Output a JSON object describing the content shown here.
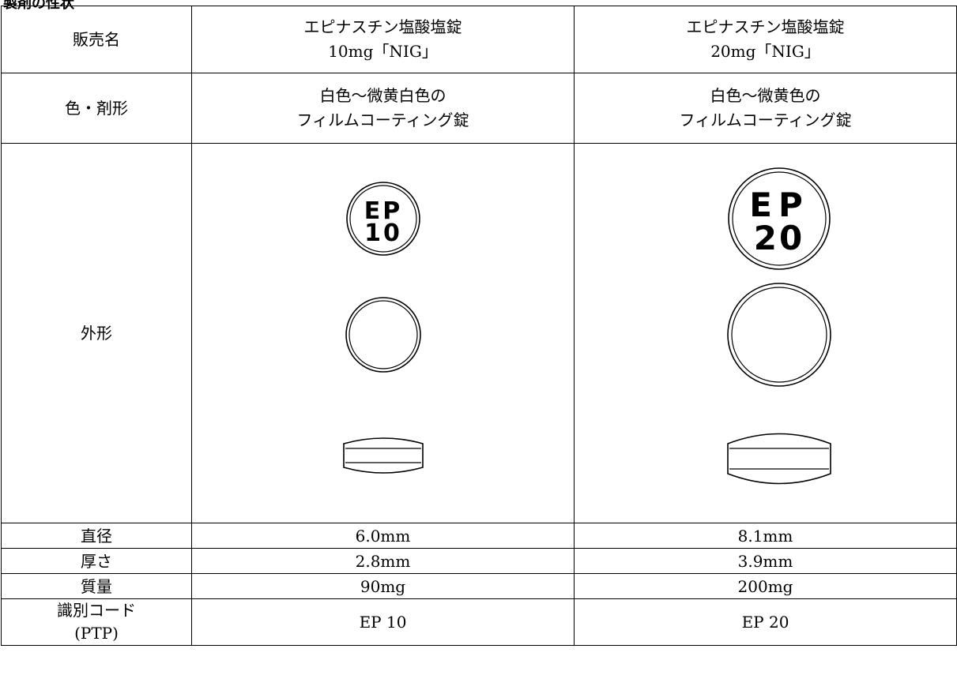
{
  "heading": "製剤の性状",
  "labels": {
    "name": "販売名",
    "color_form": "色・剤形",
    "shape": "外形",
    "diameter": "直径",
    "thickness": "厚さ",
    "mass": "質量",
    "code_line1": "識別コード",
    "code_line2": "(PTP)"
  },
  "products": [
    {
      "name_line1": "エピナスチン塩酸塩錠",
      "name_line2": "10mg「NIG」",
      "color_line1": "白色～微黄白色の",
      "color_line2": "フィルムコーティング錠",
      "imprint_line1": "EP",
      "imprint_line2": "10",
      "diameter": "6.0mm",
      "thickness": "2.8mm",
      "mass": "90mg",
      "code": "EP 10"
    },
    {
      "name_line1": "エピナスチン塩酸塩錠",
      "name_line2": "20mg「NIG」",
      "color_line1": "白色～微黄色の",
      "color_line2": "フィルムコーティング錠",
      "imprint_line1": "EP",
      "imprint_line2": "20",
      "diameter": "8.1mm",
      "thickness": "3.9mm",
      "mass": "200mg",
      "code": "EP 20"
    }
  ]
}
